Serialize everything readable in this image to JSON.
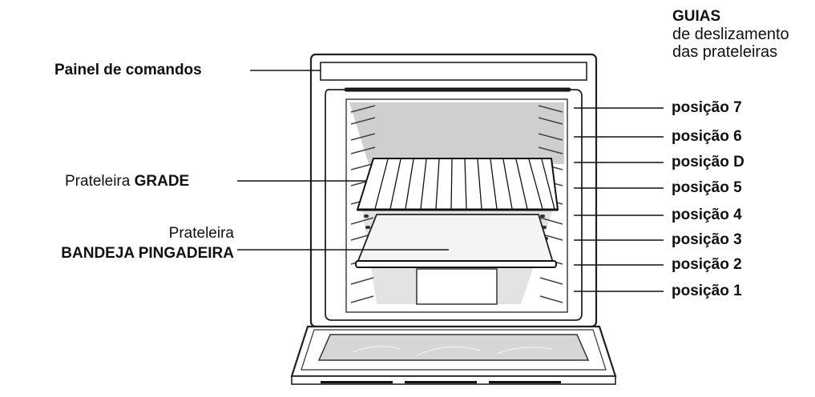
{
  "guides_header": {
    "title": "GUIAS",
    "line1": "de deslizamento",
    "line2": "das prateleiras"
  },
  "left_labels": {
    "control_panel": "Painel de comandos",
    "grade_prefix": "Prateleira ",
    "grade_name": "GRADE",
    "tray_prefix": "Prateleira",
    "tray_name": "BANDEJA PINGADEIRA"
  },
  "positions": [
    "posição 7",
    "posição 6",
    "posição D",
    "posição 5",
    "posição 4",
    "posição 3",
    "posição 2",
    "posição 1"
  ]
}
